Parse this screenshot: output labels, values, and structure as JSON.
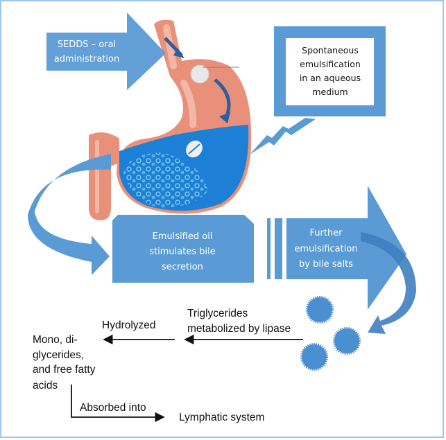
{
  "colors": {
    "arrow_blue": "#5b9bd5",
    "dark_blue": "#2e5e9c",
    "stomach": "#e8907a",
    "fluid": "#1e7fd6",
    "frame": "#9cc6ee"
  },
  "labels": {
    "sedds": [
      "SEDDS – oral",
      "administration"
    ],
    "spontaneous": [
      "Spontaneous",
      "emulsification",
      "in an aqueous",
      "medium"
    ],
    "emulsified": [
      "Emulsified oil",
      "stimulates bile",
      "secretion"
    ],
    "further": [
      "Further",
      "emulsification",
      "by bile salts"
    ],
    "triglycerides": [
      "Triglycerides",
      "metabolized by lipase"
    ],
    "hydrolyzed": "Hydrolyzed",
    "products": [
      "Mono, di-",
      "glycerides,",
      "and free fatty",
      "acids"
    ],
    "absorbed": "Absorbed into",
    "lymphatic": "Lymphatic system"
  }
}
